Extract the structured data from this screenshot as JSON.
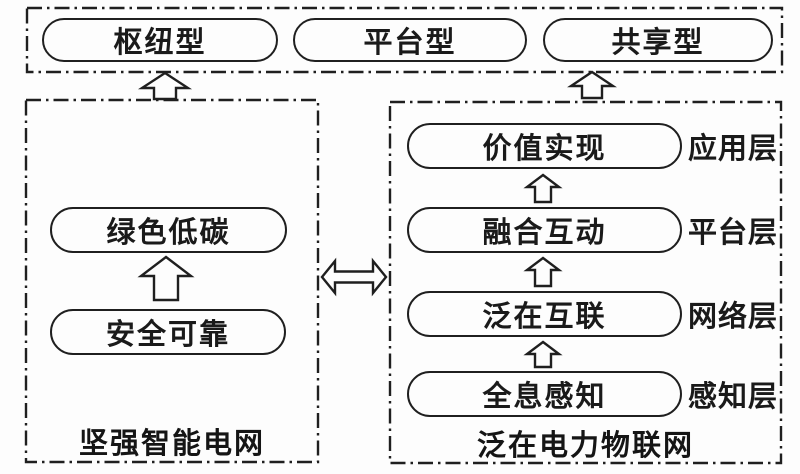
{
  "colors": {
    "line": "#1f1f1f",
    "background": "#fdfdfd"
  },
  "top_band": {
    "items": [
      {
        "label": "枢纽型"
      },
      {
        "label": "平台型"
      },
      {
        "label": "共享型"
      }
    ]
  },
  "left_panel": {
    "title": "坚强智能电网",
    "nodes": [
      {
        "label": "绿色低碳"
      },
      {
        "label": "安全可靠"
      }
    ]
  },
  "right_panel": {
    "title": "泛在电力物联网",
    "layers": [
      {
        "label": "价值实现",
        "layer": "应用层"
      },
      {
        "label": "融合互动",
        "layer": "平台层"
      },
      {
        "label": "泛在互联",
        "layer": "网络层"
      },
      {
        "label": "全息感知",
        "layer": "感知层"
      }
    ]
  },
  "icons": {
    "up_arrow": "hollow-block-up-arrow",
    "double_arrow": "hollow-block-horizontal-double-arrow"
  }
}
